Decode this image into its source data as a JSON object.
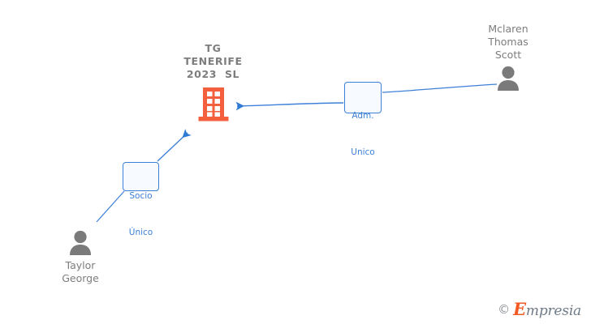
{
  "diagram": {
    "title": "TG TENERIFE 2023 SL corporate relationship map",
    "background_color": "#ffffff",
    "company": {
      "icon": "building-icon",
      "icon_color": "#f4603e",
      "name_line_1": "TG",
      "name_line_2": "TENERIFE",
      "name_line_3": "2023  SL",
      "full_name": "TG TENERIFE 2023 SL",
      "text_color": "#7d7d7d"
    },
    "people": [
      {
        "id": "mclaren",
        "icon": "person-icon",
        "icon_color": "#7a7a7a",
        "name_line_1": "Mclaren",
        "name_line_2": "Thomas",
        "name_line_3": "Scott",
        "full_name": "Mclaren Thomas Scott",
        "label_position": "above-icon"
      },
      {
        "id": "taylor",
        "icon": "person-icon",
        "icon_color": "#7a7a7a",
        "name_line_1": "Taylor",
        "name_line_2": "George",
        "full_name": "Taylor George",
        "label_position": "below-icon"
      }
    ],
    "relations": [
      {
        "id": "adm-unico",
        "from": "mclaren",
        "to": "company",
        "label_line_1": "Adm.",
        "label_line_2": "Unico",
        "label_text": "Adm. Unico",
        "color": "#3d80d8"
      },
      {
        "id": "socio-unico",
        "from": "taylor",
        "to": "company",
        "label_line_1": "Socio",
        "label_line_2": "Único",
        "label_text": "Socio Único",
        "color": "#3d80d8"
      }
    ],
    "watermark": {
      "copyright": "©",
      "brand_initial": "E",
      "brand_rest": "mpresia",
      "brand": "Empresia",
      "accent_color": "#f15a24"
    }
  }
}
